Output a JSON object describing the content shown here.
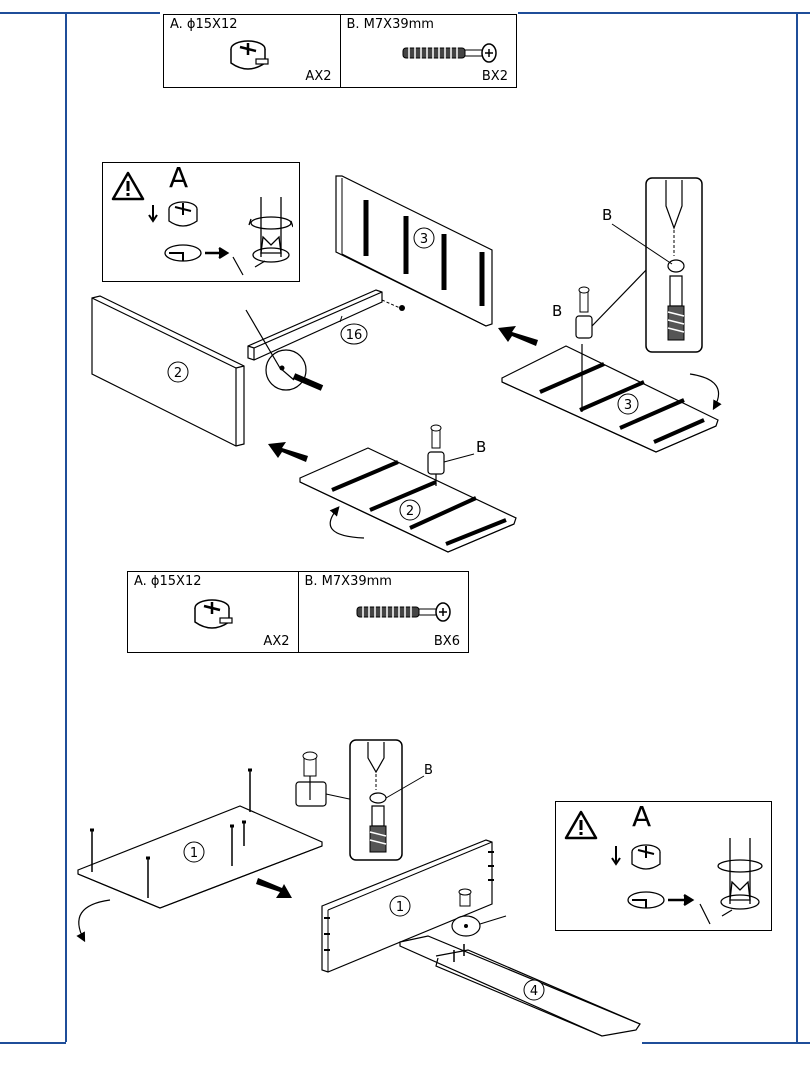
{
  "parts_table_1": {
    "a_label": "A. ϕ15X12",
    "a_qty": "AX2",
    "b_label": "B. M7X39mm",
    "b_qty": "BX2"
  },
  "parts_table_2": {
    "a_label": "A. ϕ15X12",
    "a_qty": "AX2",
    "b_label": "B. M7X39mm",
    "b_qty": "BX6"
  },
  "warning_1": {
    "letter": "A"
  },
  "warning_2": {
    "letter": "A"
  },
  "step1": {
    "panel_left": "2",
    "panel_back": "3",
    "rail": "16",
    "panel_right_flat": "3",
    "panel_bottom_flat": "2",
    "callout_b_detail": "B",
    "callout_b_right": "B",
    "callout_b_bottom": "B"
  },
  "step2": {
    "panel_base": "1",
    "panel_upright": "1",
    "panel_strip": "4",
    "callout_b": "B"
  },
  "icons": [
    "warning-triangle-icon",
    "cam-lock-icon",
    "dowel-screw-icon",
    "rotate-arrow-icon",
    "push-arrow-icon"
  ]
}
